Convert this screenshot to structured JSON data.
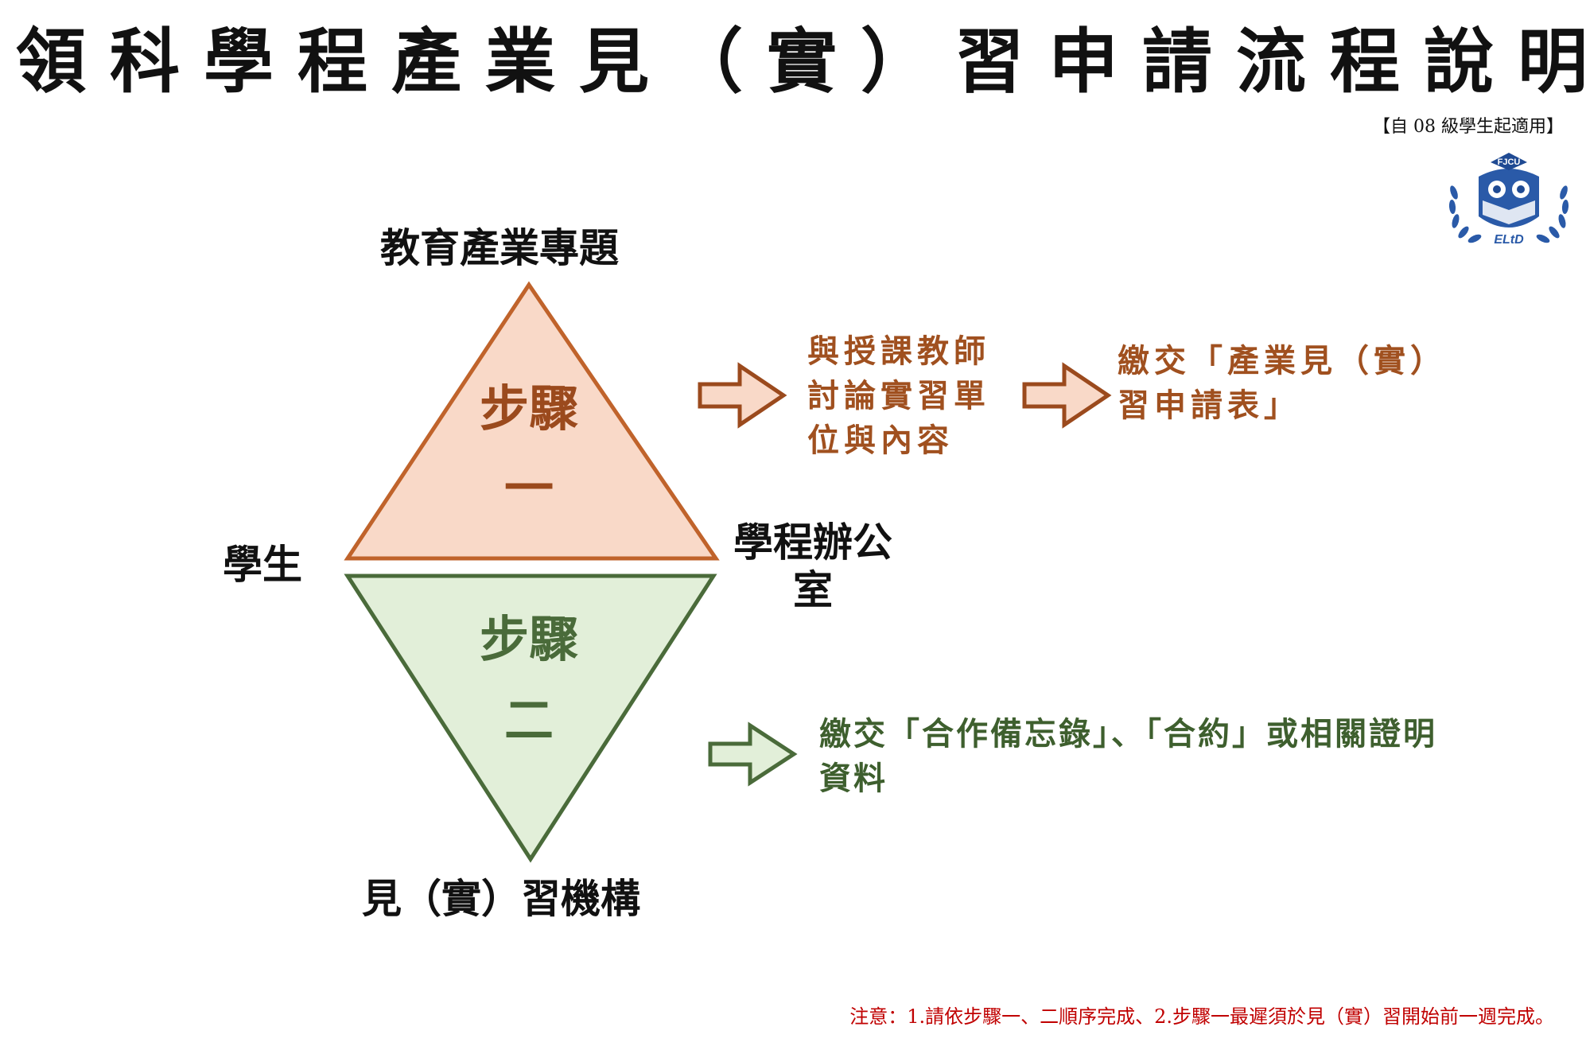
{
  "title": "領科學程產業見（實）習申請流程說明",
  "subtitle": "【自 08 級學生起適用】",
  "logo": {
    "top_text": "FJCU",
    "bottom_text": "ELtD"
  },
  "vertices": {
    "top": "教育產業專題",
    "left": "學生",
    "right": "學程辦公室",
    "bottom": "見（實）習機構"
  },
  "step1": {
    "title": "步驟",
    "number": "一",
    "action1": "與授課教師討論實習單位與內容",
    "action2": "繳交「產業見（實）習申請表」"
  },
  "step2": {
    "title": "步驟",
    "number": "二",
    "action": "繳交「合作備忘錄」、「合約」或相關證明資料"
  },
  "note": "注意：1.請依步驟一、二順序完成、2.步驟一最遲須於見（實）習開始前一週完成。",
  "colors": {
    "step1_fill": "#f9d9c8",
    "step1_stroke": "#c0632b",
    "step1_text": "#a0501f",
    "step2_fill": "#e2efd9",
    "step2_stroke": "#4a6b3a",
    "step2_text": "#3e5f2e",
    "note": "#c00000",
    "logo_blue": "#2a5aa8"
  }
}
